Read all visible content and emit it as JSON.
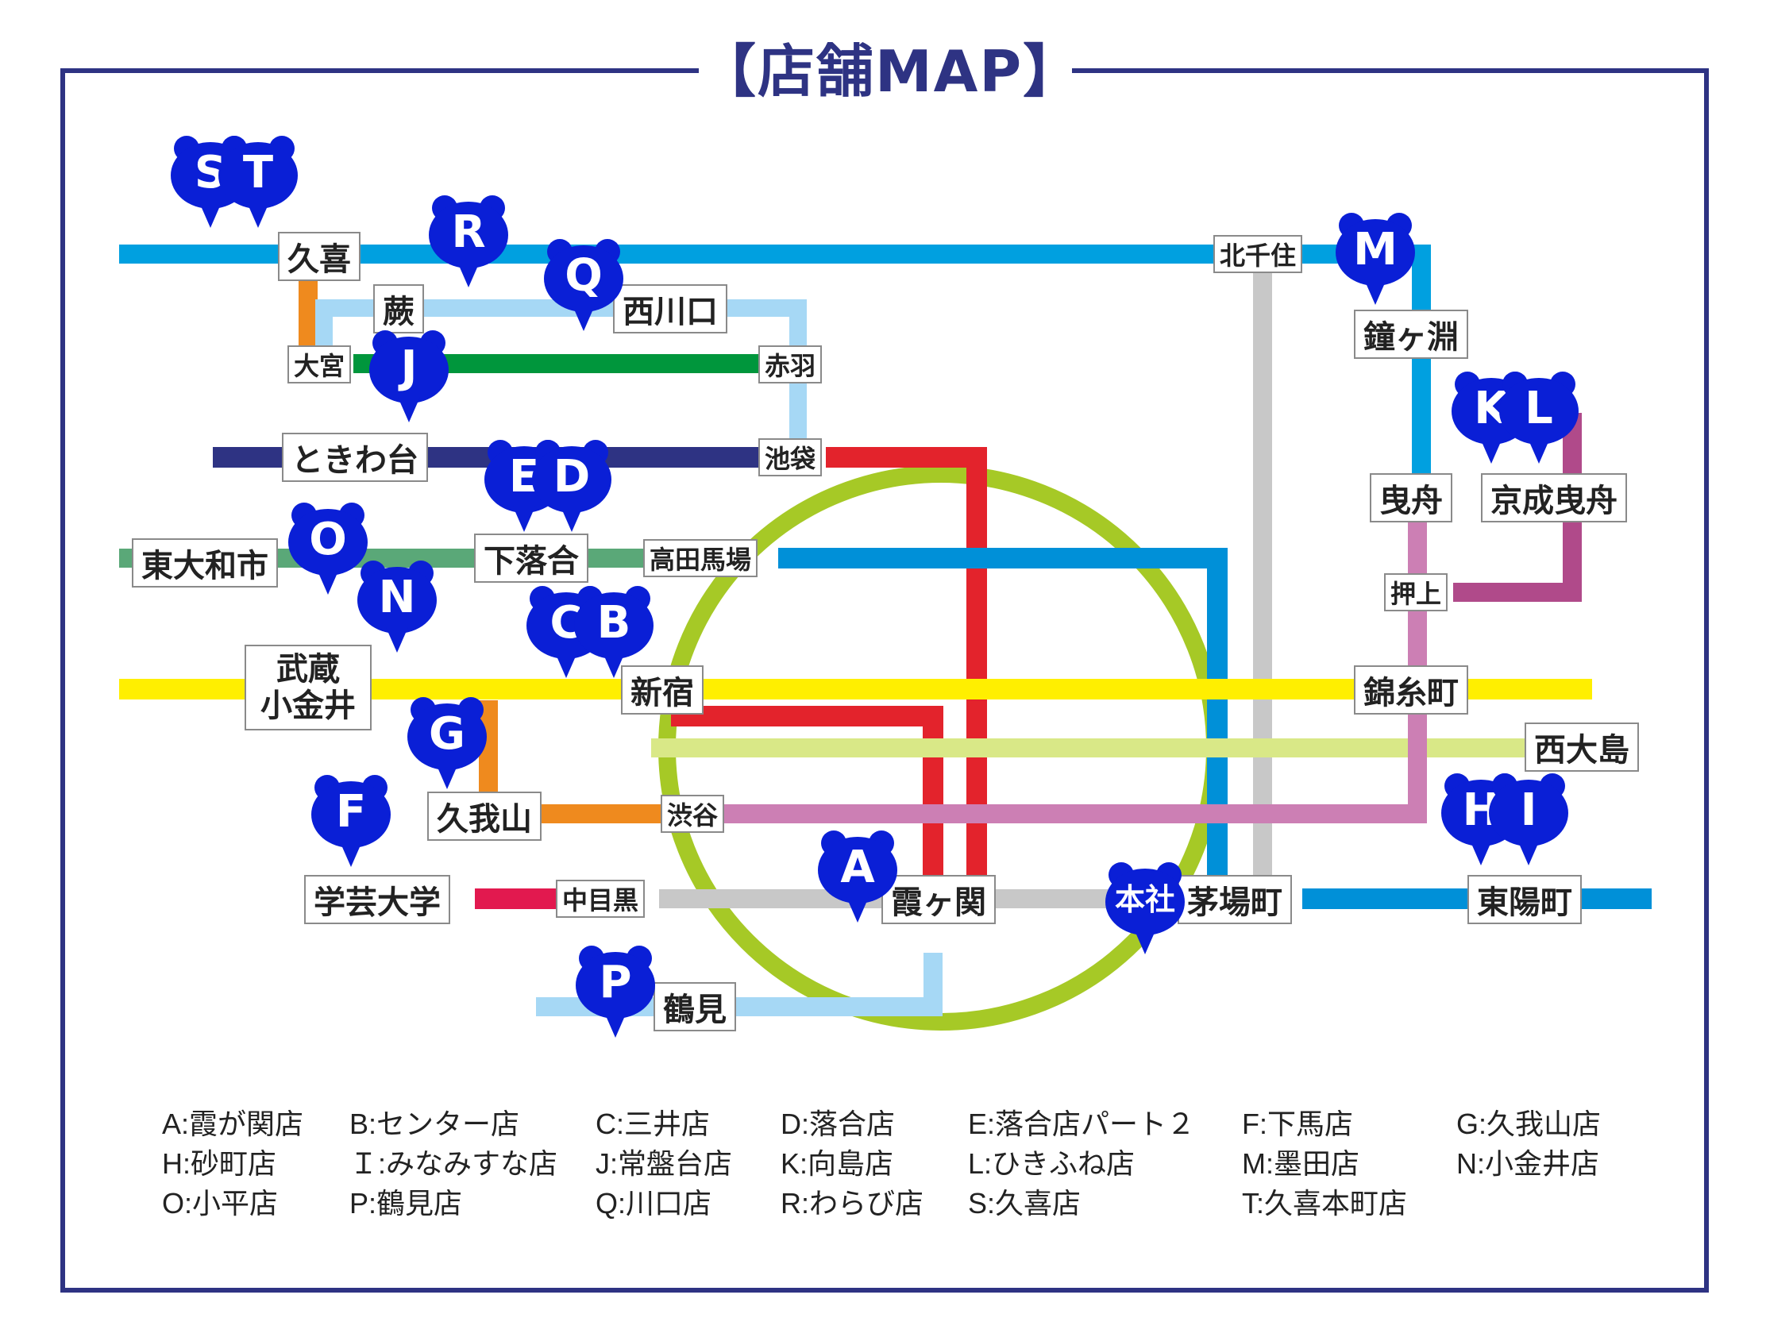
{
  "title": "【店舗MAP】",
  "stations": {
    "kuki": "久喜",
    "warabi": "蕨",
    "nishikawaguchi": "西川口",
    "omiya": "大宮",
    "akabane": "赤羽",
    "tokiwadai": "ときわ台",
    "ikebukuro": "池袋",
    "higashiyamatoshi": "東大和市",
    "shimoochiai": "下落合",
    "takadanobaba": "高田馬場",
    "musashikoganei_1": "武蔵",
    "musashikoganei_2": "小金井",
    "shinjuku": "新宿",
    "kugayama": "久我山",
    "shibuya": "渋谷",
    "gakugeidaigaku": "学芸大学",
    "nakameguro": "中目黒",
    "kasumigaseki": "霞ヶ関",
    "tsurumi": "鶴見",
    "kitasenju": "北千住",
    "kanegafuchi": "鐘ヶ淵",
    "hikifune": "曳舟",
    "keiseihikifune": "京成曳舟",
    "oshiage": "押上",
    "kinshicho": "錦糸町",
    "nishiojima": "西大島",
    "kayabacho": "茅場町",
    "toyocho": "東陽町"
  },
  "pins": {
    "S": "S",
    "T": "T",
    "R": "R",
    "Q": "Q",
    "J": "J",
    "M": "M",
    "K": "K",
    "L": "L",
    "E": "E",
    "D": "D",
    "O": "O",
    "N": "N",
    "C": "C",
    "B": "B",
    "G": "G",
    "F": "F",
    "A": "A",
    "P": "P",
    "H": "H",
    "I": "I",
    "honsha": "本社"
  },
  "legend": [
    "A:霞が関店",
    "B:センター店",
    "C:三井店",
    "D:落合店",
    "E:落合店パート２",
    "F:下馬店",
    "G:久我山店",
    "H:砂町店",
    "Ｉ:みなみすな店",
    "J:常盤台店",
    "K:向島店",
    "L:ひきふね店",
    "M:墨田店",
    "N:小金井店",
    "O:小平店",
    "P:鶴見店",
    "Q:川口店",
    "R:わらび店",
    "S:久喜店",
    "T:久喜本町店"
  ],
  "colors": {
    "frame": "#2e3383",
    "pin": "#0a1fd6",
    "yamanote": "#a6c926",
    "line_skyblue": "#00a0e0",
    "line_lightblue": "#a6d8f5",
    "line_green": "#00963c",
    "line_navy": "#2e3383",
    "line_seibu": "#5aa878",
    "line_tozai": "#0090d8",
    "line_yellow": "#ffef00",
    "line_orange": "#ef8a1e",
    "line_pink": "#cc7fb4",
    "line_red": "#e3232c",
    "line_crimson": "#e2194f",
    "line_gray": "#c8c8c8",
    "line_lime": "#d9e887",
    "line_keisei": "#b04a8a"
  }
}
